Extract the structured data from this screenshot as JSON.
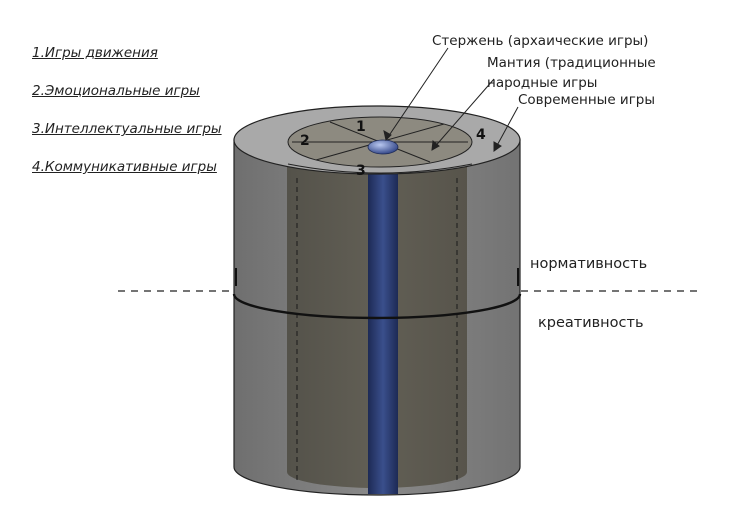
{
  "legend": {
    "items": [
      "1.Игры движения",
      "2.Эмоциональные игры",
      "3.Интеллектуальные игры",
      "4.Коммуникативные игры"
    ]
  },
  "callouts": {
    "core": "Стержень (архаические игры)",
    "mantle_line1": "Мантия (традиционные",
    "mantle_line2": "народные игры",
    "modern": "Современные игры"
  },
  "sectors": {
    "n1": "1",
    "n2": "2",
    "n3": "3",
    "n4": "4"
  },
  "levels": {
    "upper": "нормативность",
    "lower": "креативность"
  }
}
